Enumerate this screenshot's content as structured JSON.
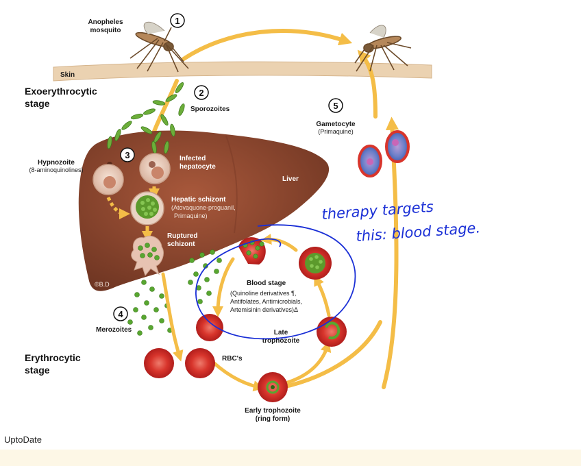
{
  "diagram": {
    "stages": {
      "exoerythrocytic": [
        "Exoerythrocytic",
        "stage"
      ],
      "erythrocytic": [
        "Erythrocytic",
        "stage"
      ]
    },
    "labels": {
      "mosquito": [
        "Anopheles",
        "mosquito"
      ],
      "skin": "Skin",
      "sporozoites": "Sporozoites",
      "hypnozoite": "Hypnozoite",
      "hypnozoite_drug": "(8-aminoquinolines)",
      "infected_hepatocyte": [
        "Infected",
        "hepatocyte"
      ],
      "liver": "Liver",
      "hepatic_schizont": "Hepatic schizont",
      "hepatic_schizont_drug": [
        "(Atovaquone-proguanil,",
        "Primaquine)"
      ],
      "ruptured_schizont": [
        "Ruptured",
        "schizont"
      ],
      "merozoites": "Merozoites",
      "rbcs": "RBC's",
      "early_trophozoite": [
        "Early trophozoite",
        "(ring form)"
      ],
      "late_trophozoite": [
        "Late",
        "trophozoite"
      ],
      "blood_stage": "Blood stage",
      "blood_stage_drugs": [
        "(Quinoline derivatives ¶,",
        "Antifolates, Antimicrobials,",
        "Artemisinin derivatives)Δ"
      ],
      "gametocyte": "Gametocyte",
      "gametocyte_drug": "(Primaquine)",
      "signature": "©B.D"
    },
    "steps": [
      "1",
      "2",
      "3",
      "4",
      "5"
    ],
    "annotation": [
      "therapy targets",
      "this: blood stage."
    ]
  },
  "caption": "UptoDate",
  "colors": {
    "arrow": "#f4bd47",
    "liver": "#8f4a32",
    "skin": "#ebd2b1",
    "rbc": "#d8352c",
    "parasite": "#58a630",
    "annotation_ink": "#1a2fd6"
  }
}
